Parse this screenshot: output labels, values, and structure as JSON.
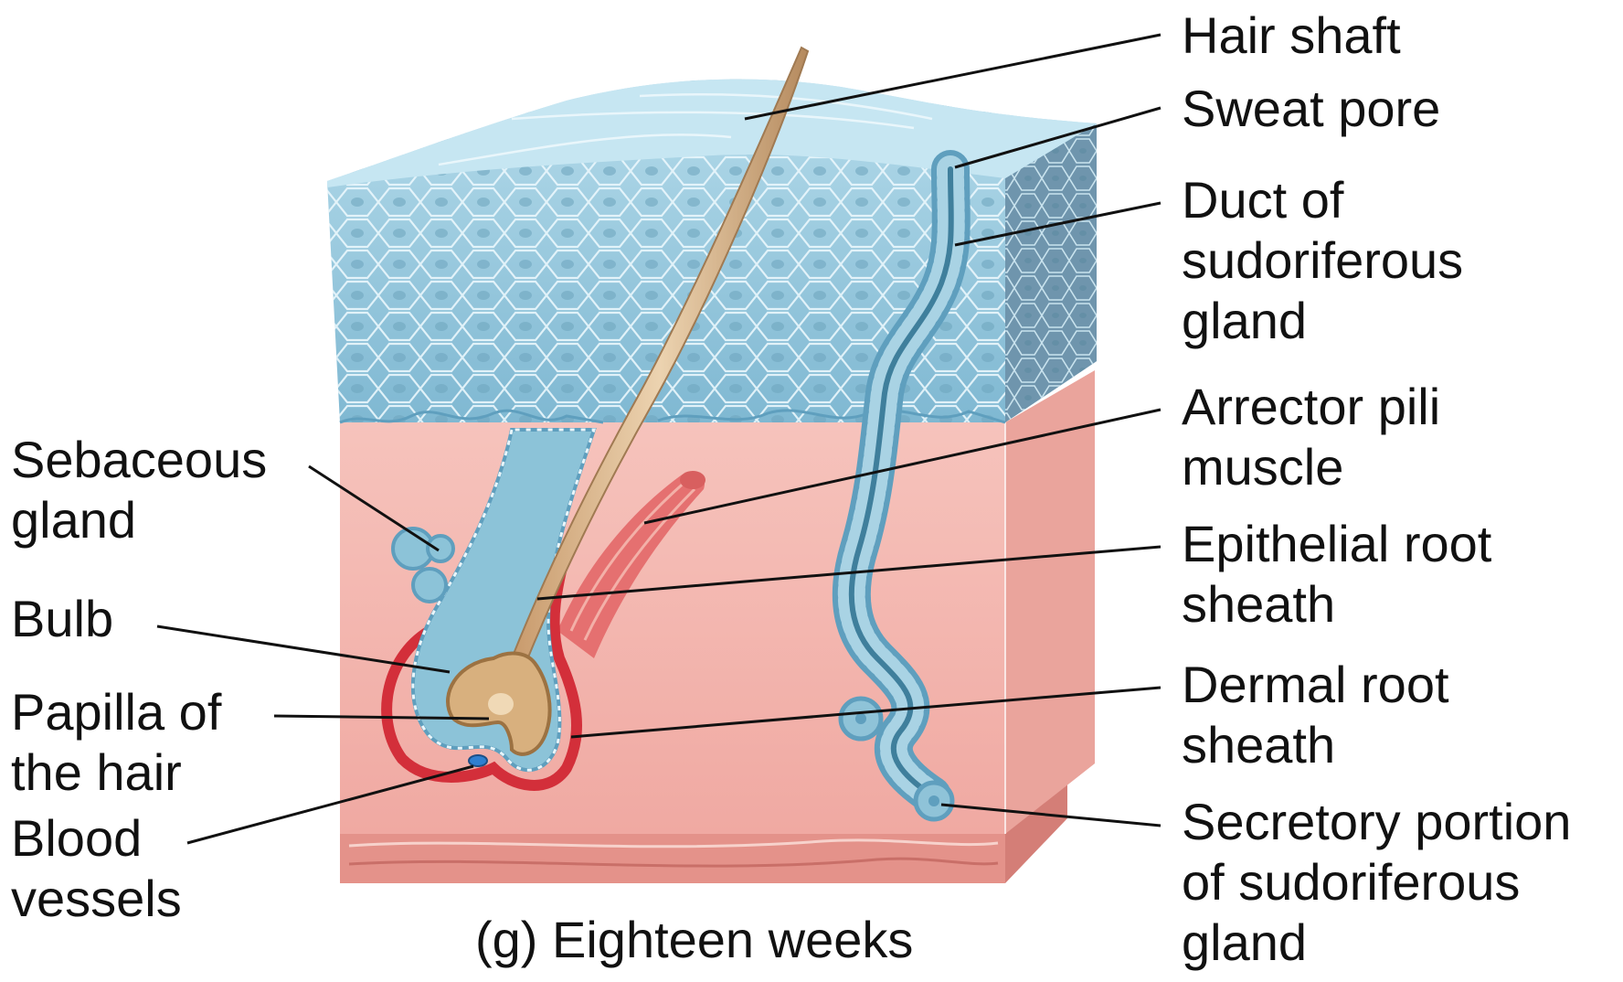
{
  "caption": "(g)  Eighteen weeks",
  "labels_right": [
    {
      "id": "hair-shaft",
      "lines": [
        "Hair shaft"
      ]
    },
    {
      "id": "sweat-pore",
      "lines": [
        "Sweat pore"
      ]
    },
    {
      "id": "duct-of-sudoriferous-gland",
      "lines": [
        "Duct of",
        "sudoriferous",
        "gland"
      ]
    },
    {
      "id": "arrector-pili-muscle",
      "lines": [
        "Arrector pili",
        "muscle"
      ]
    },
    {
      "id": "epithelial-root-sheath",
      "lines": [
        "Epithelial root",
        "sheath"
      ]
    },
    {
      "id": "dermal-root-sheath",
      "lines": [
        "Dermal root",
        "sheath"
      ]
    },
    {
      "id": "secretory-portion",
      "lines": [
        "Secretory portion",
        "of sudoriferous",
        "gland"
      ]
    }
  ],
  "labels_left": [
    {
      "id": "sebaceous-gland",
      "lines": [
        "Sebaceous",
        "gland"
      ]
    },
    {
      "id": "bulb",
      "lines": [
        "Bulb"
      ]
    },
    {
      "id": "papilla-of-the-hair",
      "lines": [
        "Papilla of",
        "the hair"
      ]
    },
    {
      "id": "blood-vessels",
      "lines": [
        "Blood",
        "vessels"
      ]
    }
  ],
  "colors": {
    "epidermis": "#8cc3d8",
    "epidermis_dark": "#5f9fbe",
    "cell_line": "#e8f6fb",
    "nucleus": "#7aaec4",
    "dermis": "#f4b7b0",
    "dermis_side": "#e8a29a",
    "hypodermis": "#e28e86",
    "hair": "#d9b48a",
    "hair_edge": "#a07a52",
    "red_sheath": "#d32f3a",
    "muscle": "#e06a6a",
    "leader": "#111111"
  }
}
